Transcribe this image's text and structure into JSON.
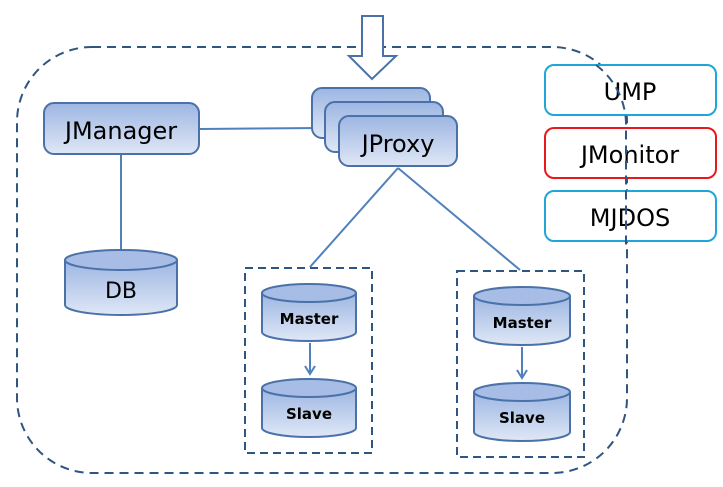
{
  "diagram": {
    "entry_arrow": "incoming-request",
    "nodes": {
      "jmanager": "JManager",
      "jproxy": "JProxy",
      "db": "DB",
      "group1": {
        "master": "Master",
        "slave": "Slave"
      },
      "group2": {
        "master": "Master",
        "slave": "Slave"
      }
    },
    "side_boxes": [
      {
        "label": "UMP",
        "border": "#1fa6d8"
      },
      {
        "label": "JMonitor",
        "border": "#e8191c"
      },
      {
        "label": "MJDOS",
        "border": "#1fa6d8"
      }
    ],
    "colors": {
      "node_border": "#4a72a8",
      "fill_top": "#9fb8e3",
      "fill_bottom": "#dbe5f5",
      "dash": "#2f5581",
      "line": "#4f81bd"
    }
  }
}
